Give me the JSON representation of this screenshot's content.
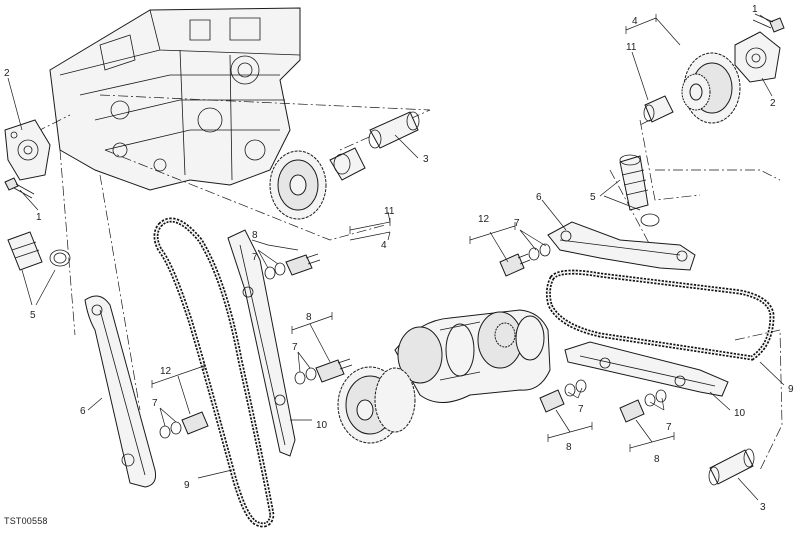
{
  "diagram_code": "TST00558",
  "callouts": [
    {
      "id": "c1a",
      "text": "1"
    },
    {
      "id": "c2a",
      "text": "2"
    },
    {
      "id": "c4a",
      "text": "4"
    },
    {
      "id": "c11a",
      "text": "11"
    },
    {
      "id": "c1b",
      "text": "1"
    },
    {
      "id": "c2b",
      "text": "2"
    },
    {
      "id": "c3a",
      "text": "3"
    },
    {
      "id": "c11b",
      "text": "11"
    },
    {
      "id": "c4b",
      "text": "4"
    },
    {
      "id": "c5a",
      "text": "5"
    },
    {
      "id": "c6a",
      "text": "6"
    },
    {
      "id": "c12a",
      "text": "12"
    },
    {
      "id": "c7a",
      "text": "7"
    },
    {
      "id": "c5b",
      "text": "5"
    },
    {
      "id": "c8a",
      "text": "8"
    },
    {
      "id": "c7b",
      "text": "7"
    },
    {
      "id": "c8b",
      "text": "8"
    },
    {
      "id": "c7c",
      "text": "7"
    },
    {
      "id": "c6b",
      "text": "6"
    },
    {
      "id": "c12b",
      "text": "12"
    },
    {
      "id": "c7d",
      "text": "7"
    },
    {
      "id": "c10a",
      "text": "10"
    },
    {
      "id": "c9a",
      "text": "9"
    },
    {
      "id": "c9b",
      "text": "9"
    },
    {
      "id": "c10b",
      "text": "10"
    },
    {
      "id": "c7e",
      "text": "7"
    },
    {
      "id": "c8c",
      "text": "8"
    },
    {
      "id": "c7f",
      "text": "7"
    },
    {
      "id": "c8d",
      "text": "8"
    },
    {
      "id": "c3b",
      "text": "3"
    }
  ]
}
